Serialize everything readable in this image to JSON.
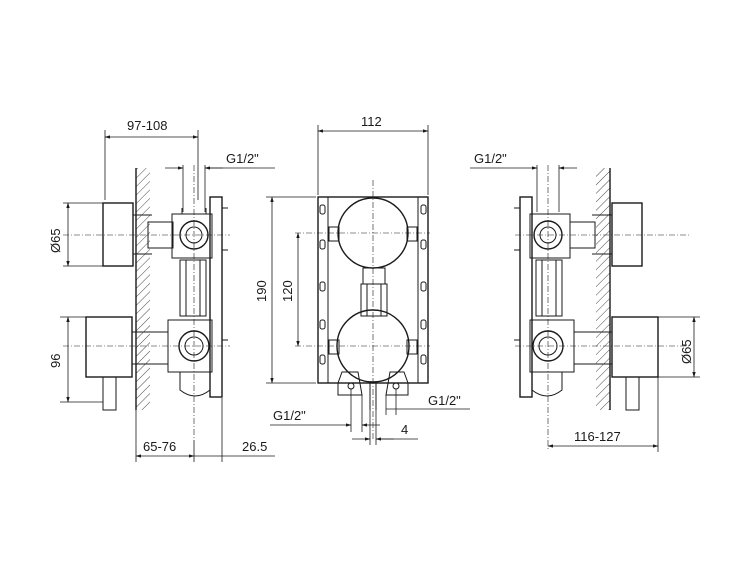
{
  "labels": {
    "left_width": "97-108",
    "left_pipe": "G1/2\"",
    "left_diameter": "Ø65",
    "left_height": "96",
    "left_depth": "65-76",
    "left_offset": "26.5",
    "center_width": "112",
    "center_height": "190",
    "center_spacing": "120",
    "center_pipe_left": "G1/2\"",
    "center_pipe_right": "G1/2\"",
    "center_gap": "4",
    "right_pipe": "G1/2\"",
    "right_diameter": "Ø65",
    "right_depth": "116-127"
  }
}
